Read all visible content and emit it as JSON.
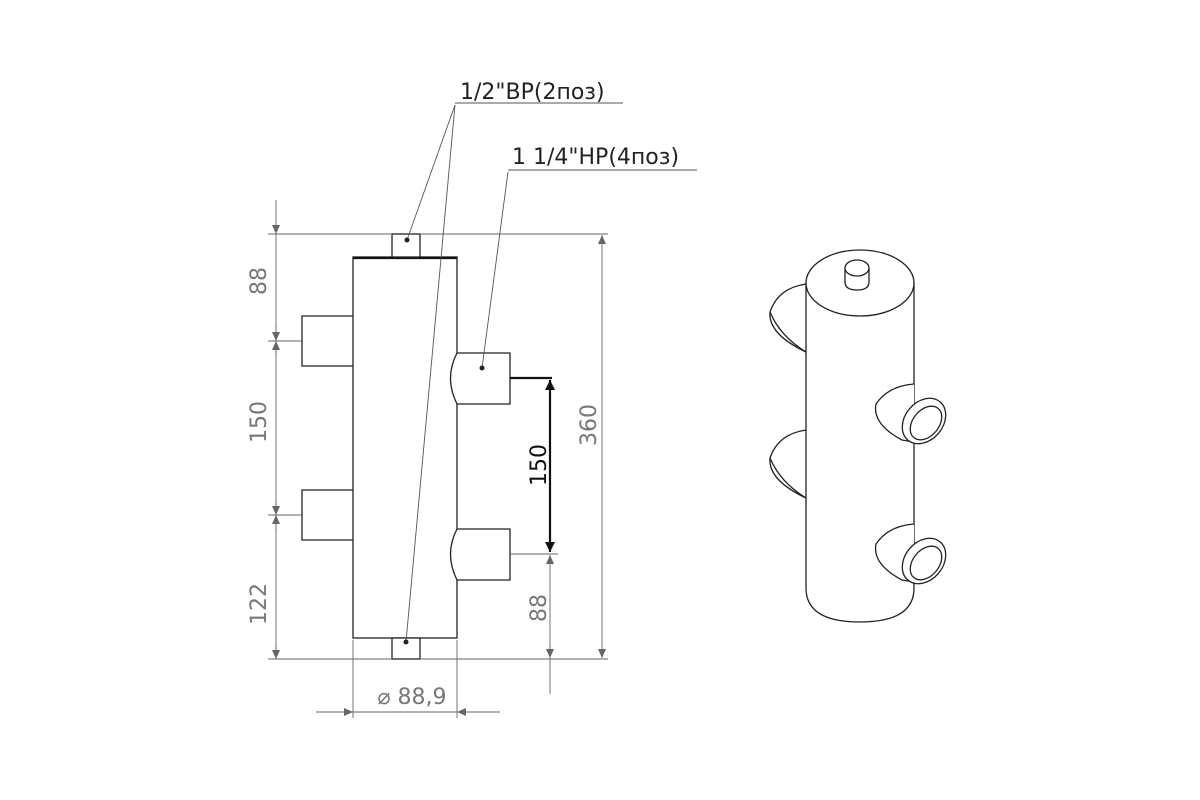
{
  "callouts": {
    "top_port": "1/2\"ВР(2поз)",
    "side_ports": "1 1/4\"НР(4поз)"
  },
  "dimensions": {
    "left_top": "88",
    "left_middle": "150",
    "left_bottom": "122",
    "overall_height": "360",
    "right_spacing": "150",
    "right_bottom": "88",
    "diameter": "88,9"
  },
  "symbols": {
    "diameter": "⌀"
  }
}
